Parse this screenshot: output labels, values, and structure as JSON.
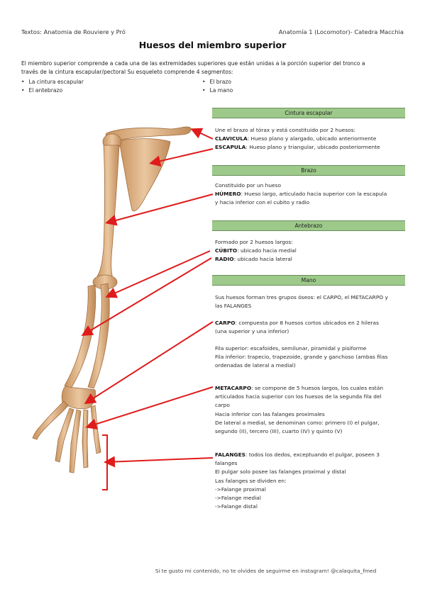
{
  "header": {
    "left": "Textos: Anatomia de Rouviere y Pró",
    "right": "Anatomía 1 (Locomotor)- Catedra Macchia"
  },
  "title": "Huesos del miembro superior",
  "intro": {
    "line1": "El miembro superior comprende a cada una de las extremidades superiores que están unidas a la porción superior del tronco a",
    "line2": "través de la cintura escapular/pectoral Su esqueleto comprende 4 segmentos:",
    "bullets": [
      "La cintura escapular",
      "El brazo",
      "El antebrazo",
      "La mano"
    ]
  },
  "sections": {
    "cintura": {
      "heading": "Cintura escapular",
      "intro": "Une el brazo al tórax y está constituido por 2 huesos:",
      "clavicula_term": "CLAVICULA",
      "clavicula_text": ": Hueso plano y alargado, ubicado anteriormente",
      "escapula_term": "ESCAPULA",
      "escapula_text": ": Hueso plano y triangular, ubicado posteriormente"
    },
    "brazo": {
      "heading": "Brazo",
      "intro": "Constituido por un hueso",
      "humero_term": "HÚMERO",
      "humero_text_1": ": Hueso largo, articulado hacia superior con la escapula",
      "humero_text_2": "y hacia inferior con el cubito y radio"
    },
    "antebrazo": {
      "heading": "Antebrazo",
      "intro": "Formado por 2 huesos largos:",
      "cubito_term": "CÚBITO",
      "cubito_text": ": ubicado hacia medial",
      "radio_term": "RADIO",
      "radio_text": ": ubicado hacia lateral"
    },
    "mano": {
      "heading": "Mano",
      "intro_1": "Sus huesos forman tres grupos óseos: el CARPO, el METACARPO  y",
      "intro_2": "las FALANGES",
      "carpo_term": "CARPO",
      "carpo_text_1": ": compuesta por 8 huesos cortos ubicados en 2 hileras",
      "carpo_text_2": "(una superior y una inferior)",
      "fila_sup": "Fila superior: escafoides, semilunar, piramidal y pisiforme",
      "fila_inf_1": "Fila inferior: trapecio, trapezoide, grande y ganchoso (ambas filas",
      "fila_inf_2": "ordenadas de lateral a medial)",
      "metacarpo_term": "METACARPO",
      "metacarpo_text_1": ": se compone de 5 huesos largos, los cuales están",
      "metacarpo_text_2": "articulados hacia superior con los huesos de la segunda fila del",
      "metacarpo_text_3": "carpo",
      "metacarpo_text_4": "Hacia inferior con las falanges proximales",
      "metacarpo_text_5": "De lateral a medial, se denominan como: primero (I) el pulgar,",
      "metacarpo_text_6": "segundo (II), tercero (III), cuarto (IV) y quinto (V)",
      "falanges_term": "FALANGES",
      "falanges_text_1": ": todos los dedos, exceptuando el pulgar, poseen 3",
      "falanges_text_2": "falanges",
      "falanges_text_3": "El pulgar solo posee las falanges proximal y distal",
      "falanges_text_4": "Las falanges se dividen en:",
      "falanges_list": [
        "->Falange proximal",
        "->Falange medial",
        "->Falange distal"
      ]
    }
  },
  "footer": "Si te gusto mi contenido, no te olvides de seguirme en instagram!  @calaquita_fmed",
  "colors": {
    "section_bar": "#9dc98a",
    "arrow": "#e01b1b",
    "bone": "#e3b98e"
  }
}
